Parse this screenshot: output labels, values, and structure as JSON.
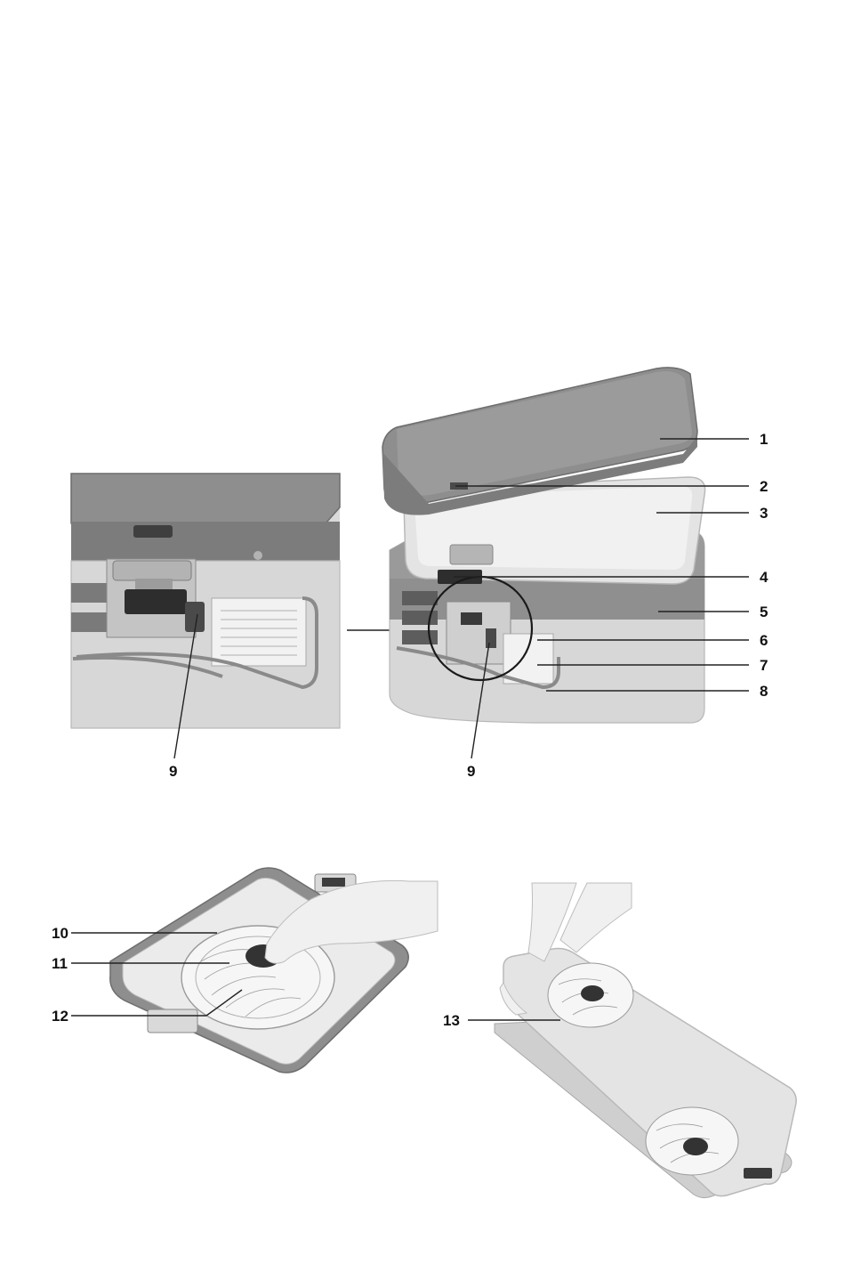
{
  "callouts": {
    "c1": "1",
    "c2": "2",
    "c3": "3",
    "c4": "4",
    "c5": "5",
    "c6": "6",
    "c7": "7",
    "c8": "8",
    "c9_detail": "9",
    "c9_main": "9",
    "c10": "10",
    "c11": "11",
    "c12": "12",
    "c13": "13"
  },
  "colors": {
    "lid": "#8e8e8e",
    "body": "#d7d7d7",
    "light_panel": "#e4e4e4",
    "leader": "#222222"
  }
}
